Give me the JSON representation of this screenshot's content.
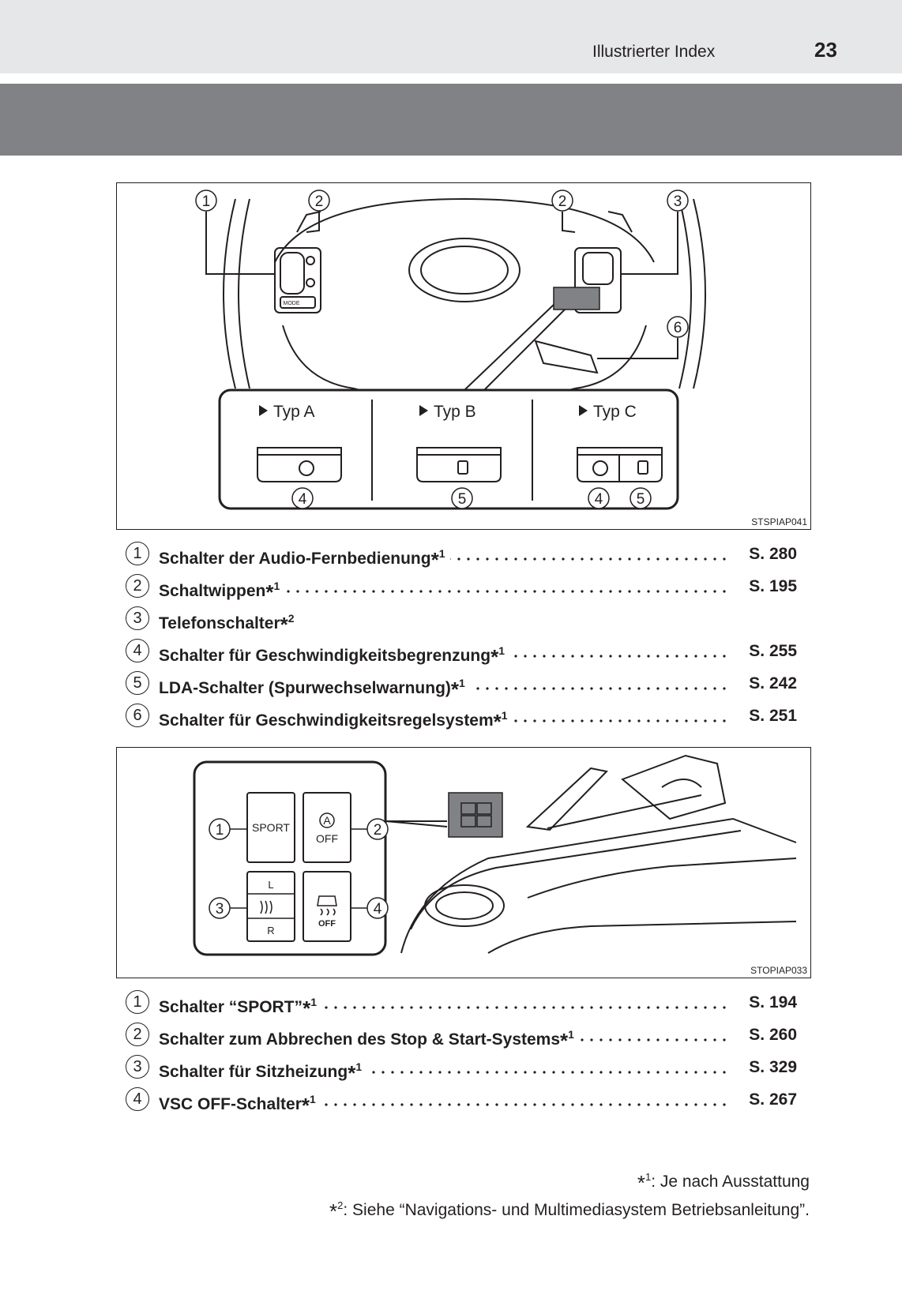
{
  "header": {
    "section": "Illustrierter Index",
    "page": "23"
  },
  "figure1": {
    "code": "STSPIAP041",
    "types": [
      "Typ A",
      "Typ B",
      "Typ C"
    ],
    "callouts": [
      "1",
      "2",
      "2",
      "3",
      "6",
      "4",
      "5",
      "4",
      "5"
    ],
    "mode_label": "MODE"
  },
  "list1": [
    {
      "num": "1",
      "label": "Schalter der Audio-Fernbedienung",
      "mark": "1",
      "page": "S. 280"
    },
    {
      "num": "2",
      "label": "Schaltwippen",
      "mark": "1",
      "page": "S. 195"
    },
    {
      "num": "3",
      "label": "Telefonschalter",
      "mark": "2",
      "page": ""
    },
    {
      "num": "4",
      "label": "Schalter für Geschwindigkeitsbegrenzung",
      "mark": "1",
      "page": "S. 255"
    },
    {
      "num": "5",
      "label": "LDA-Schalter (Spurwechselwarnung)",
      "mark": "1",
      "page": "S. 242"
    },
    {
      "num": "6",
      "label": "Schalter für Geschwindigkeitsregelsystem",
      "mark": "1",
      "page": "S. 251"
    }
  ],
  "figure2": {
    "code": "STOPIAP033",
    "sport_label": "SPORT",
    "a_label": "A",
    "off_label": "OFF",
    "l_label": "L",
    "r_label": "R",
    "vsc_off_label": "OFF",
    "callouts": [
      "1",
      "2",
      "3",
      "4"
    ]
  },
  "list2": [
    {
      "num": "1",
      "label": "Schalter “SPORT”",
      "mark": "1",
      "page": "S. 194"
    },
    {
      "num": "2",
      "label": "Schalter zum Abbrechen des Stop & Start-Systems",
      "mark": "1",
      "page": "S. 260"
    },
    {
      "num": "3",
      "label": "Schalter für Sitzheizung",
      "mark": "1",
      "page": "S. 329"
    },
    {
      "num": "4",
      "label": "VSC OFF-Schalter",
      "mark": "1",
      "page": "S. 267"
    }
  ],
  "footnotes": {
    "f1_mark": "1",
    "f1_text": ": Je nach Ausstattung",
    "f2_mark": "2",
    "f2_text": ": Siehe “Navigations- und Multimediasystem Betriebsanleitung”."
  }
}
